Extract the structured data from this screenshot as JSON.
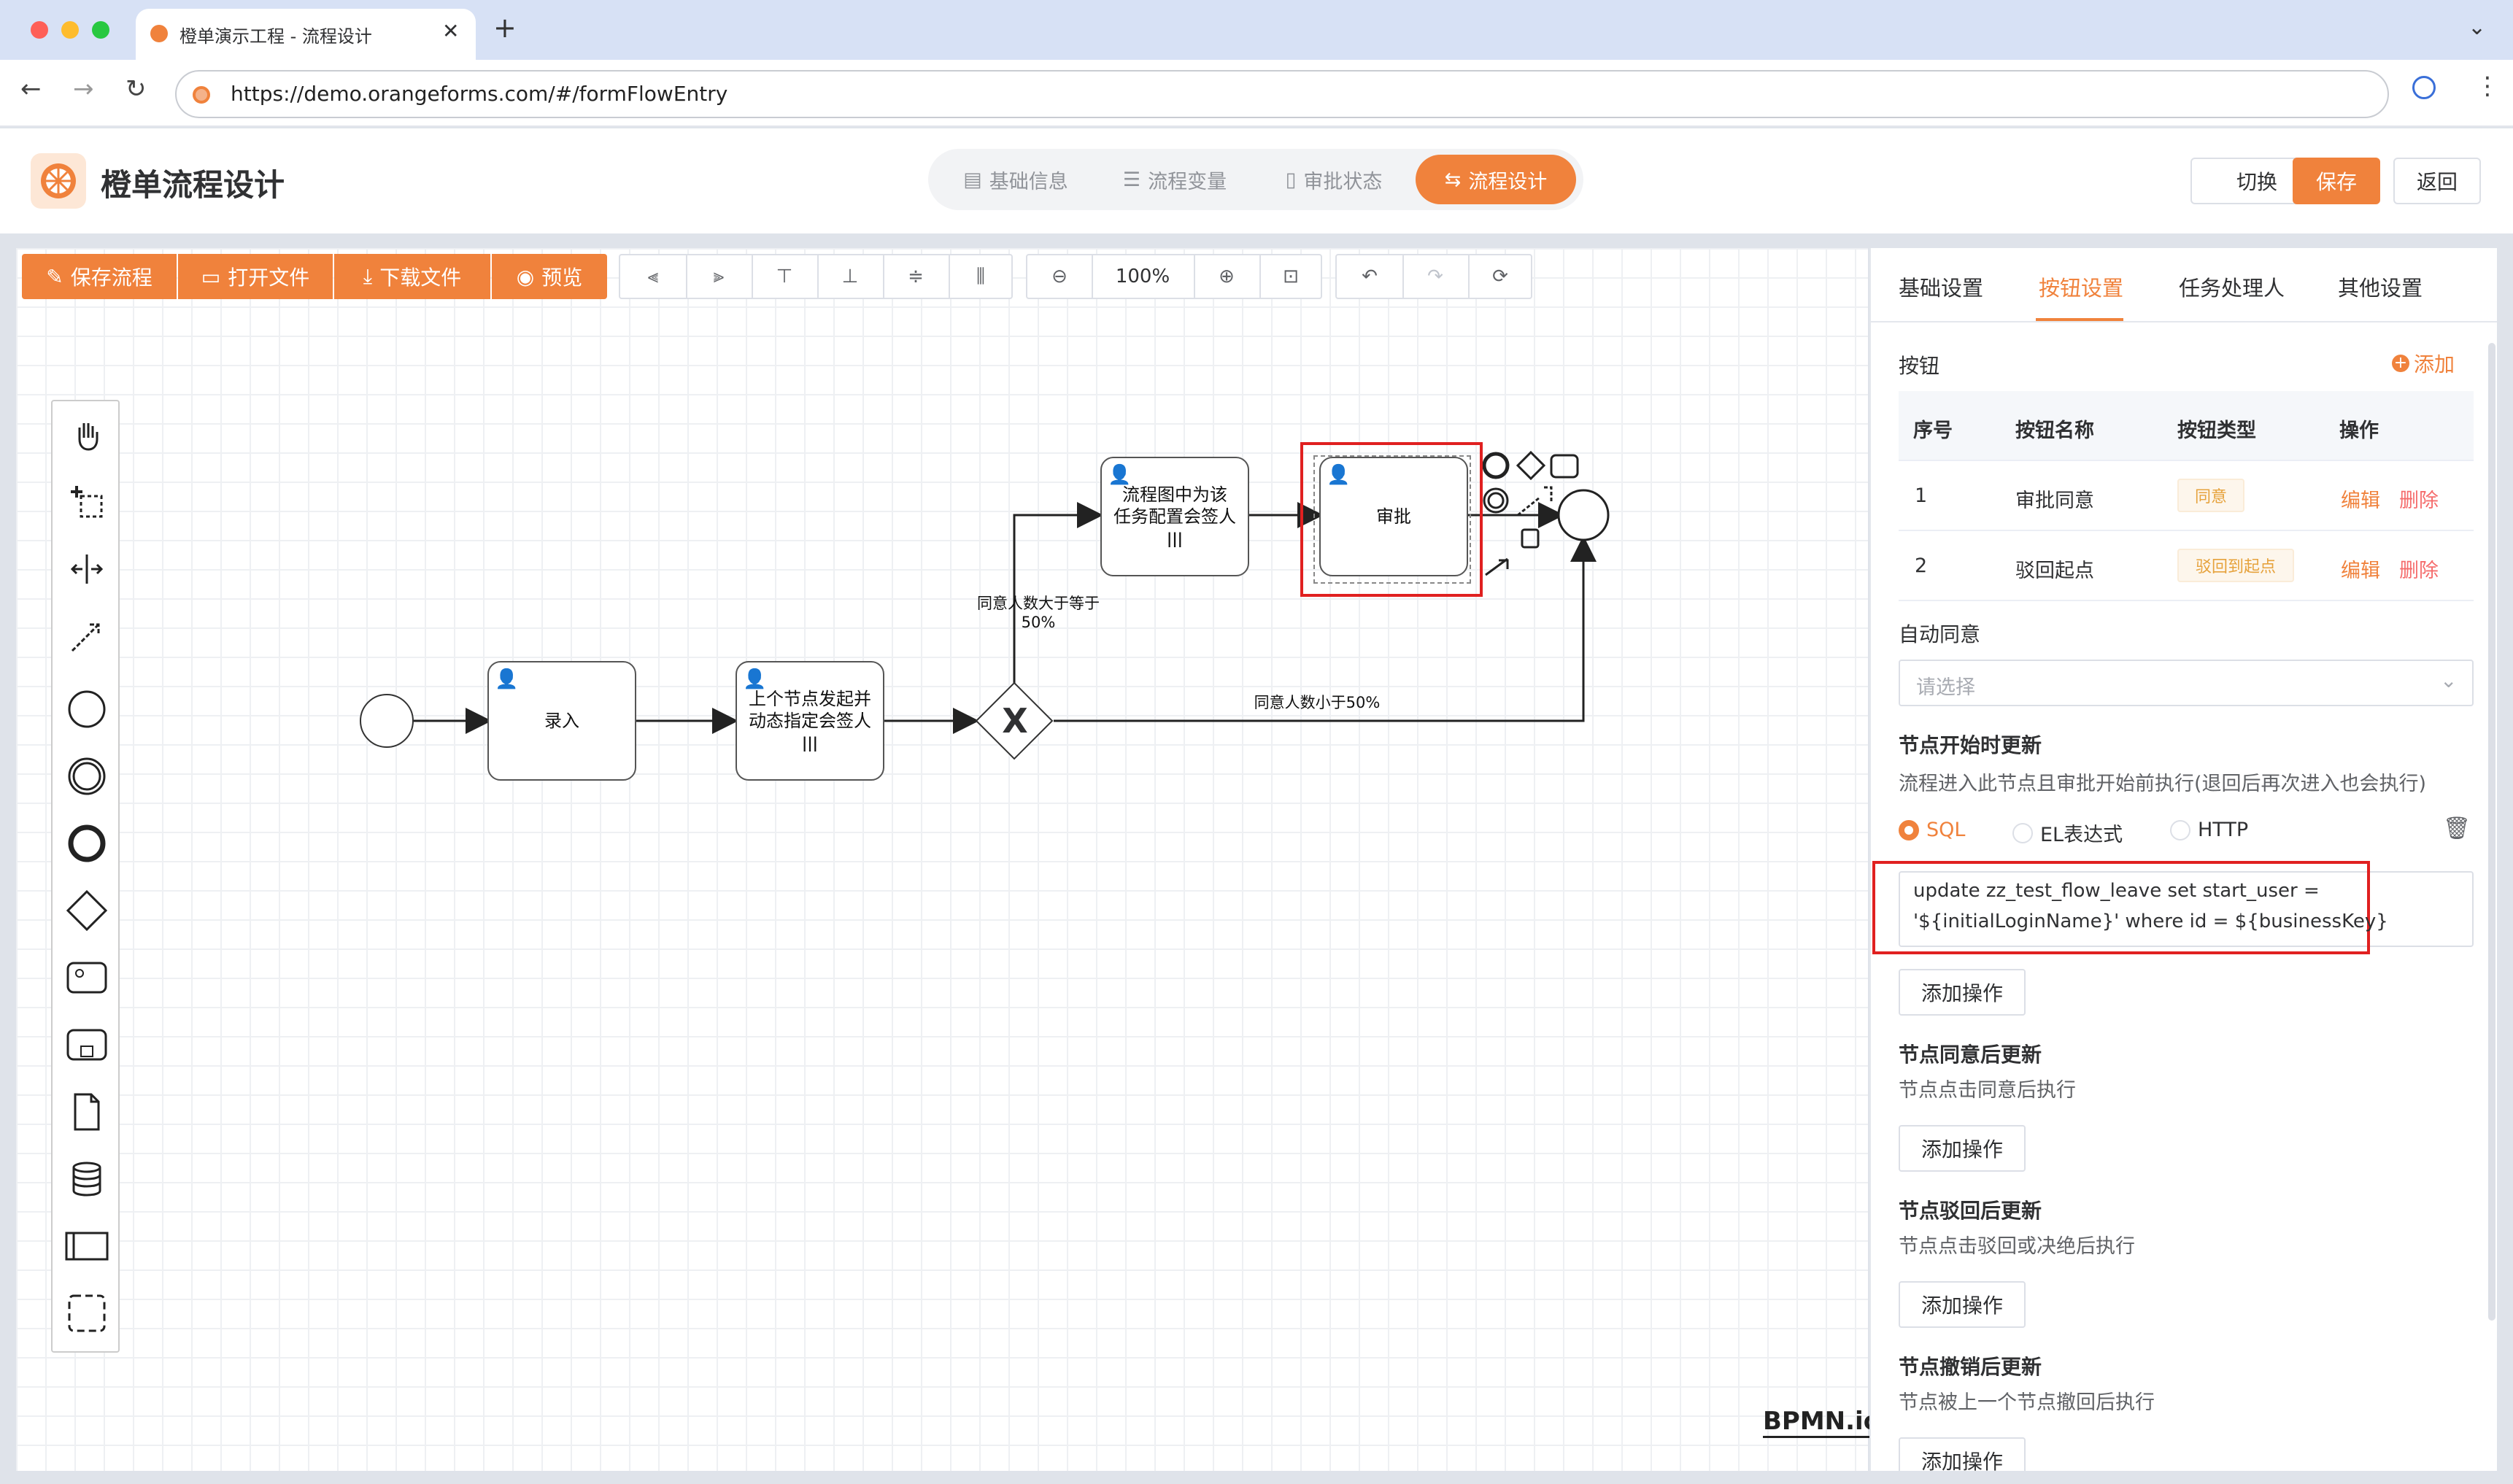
{
  "browser": {
    "tab_title": "橙单演示工程 - 流程设计",
    "url": "https://demo.orangeforms.com/#/formFlowEntry"
  },
  "app": {
    "title": "橙单流程设计",
    "nav_tabs": [
      "基础信息",
      "流程变量",
      "审批状态",
      "流程设计"
    ],
    "active_nav": "流程设计",
    "switch_label": "切换",
    "save_label": "保存",
    "back_label": "返回"
  },
  "toolbar": {
    "save_flow": "保存流程",
    "open_file": "打开文件",
    "download_file": "下载文件",
    "preview": "预览",
    "zoom": "100%"
  },
  "diagram": {
    "task_enter": "录入",
    "task_prev_line1": "上个节点发起并",
    "task_prev_line2": "动态指定会签人",
    "task_sign_line1": "流程图中为该",
    "task_sign_line2": "任务配置会签人",
    "task_approve": "审批",
    "flow_agree_ge_line1": "同意人数大于等于",
    "flow_agree_ge_line2": "50%",
    "flow_agree_lt": "同意人数小于50%",
    "gateway_mark": "X",
    "multi_instance_mark": "|||",
    "watermark": "BPMN.io"
  },
  "panel": {
    "tabs": [
      "基础设置",
      "按钮设置",
      "任务处理人",
      "其他设置"
    ],
    "active_tab": "按钮设置",
    "buttons_section": "按钮",
    "add_label": "添加",
    "table_headers": [
      "序号",
      "按钮名称",
      "按钮类型",
      "操作"
    ],
    "rows": [
      {
        "index": "1",
        "name": "审批同意",
        "type": "同意",
        "edit": "编辑",
        "delete": "删除"
      },
      {
        "index": "2",
        "name": "驳回起点",
        "type": "驳回到起点",
        "edit": "编辑",
        "delete": "删除"
      }
    ],
    "auto_agree_label": "自动同意",
    "auto_agree_placeholder": "请选择",
    "start_update_title": "节点开始时更新",
    "start_update_desc": "流程进入此节点且审批开始前执行(退回后再次进入也会执行)",
    "radio_options": [
      "SQL",
      "EL表达式",
      "HTTP"
    ],
    "radio_selected": "SQL",
    "sql_line1": "update zz_test_flow_leave set start_user =",
    "sql_line2": "'${initialLoginName}' where id = ${businessKey}",
    "add_action": "添加操作",
    "agree_update_title": "节点同意后更新",
    "agree_update_desc": "节点点击同意后执行",
    "reject_update_title": "节点驳回后更新",
    "reject_update_desc": "节点点击驳回或决绝后执行",
    "revoke_update_title": "节点撤销后更新",
    "revoke_update_desc": "节点被上一个节点撤回后执行"
  },
  "colors": {
    "accent": "#f0823c",
    "highlight_border": "#e02020",
    "danger": "#f56c6c"
  }
}
